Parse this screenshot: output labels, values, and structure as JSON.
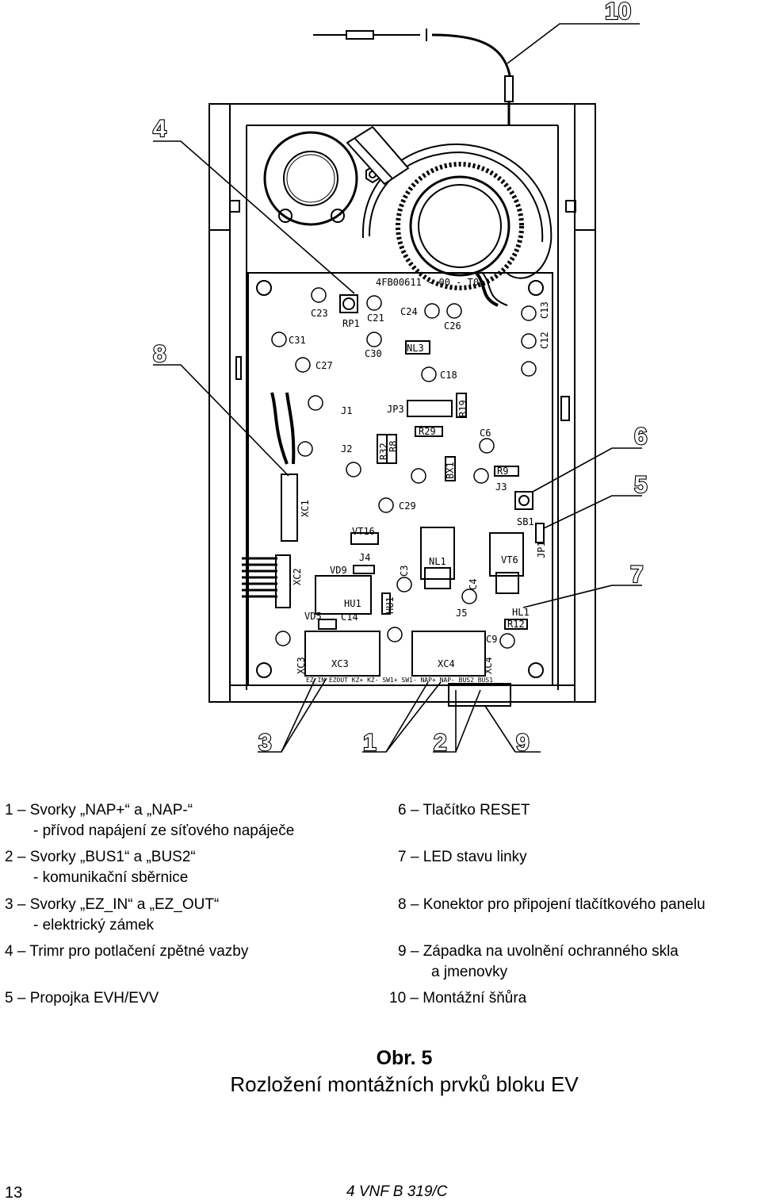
{
  "callouts": {
    "c1": "1",
    "c2": "2",
    "c3": "3",
    "c4": "4",
    "c5": "5",
    "c6": "6",
    "c7": "7",
    "c8": "8",
    "c9": "9",
    "c10": "10"
  },
  "pcb": {
    "board_code": "4FB00611 - 00 - T0",
    "components": {
      "c23": "C23",
      "rp1": "RP1",
      "c21": "C21",
      "c24": "C24",
      "c26": "C26",
      "c13": "C13",
      "c12": "C12",
      "c31": "C31",
      "c30": "C30",
      "nl3": "NL3",
      "c18": "C18",
      "c27": "C27",
      "j1": "J1",
      "jp3": "JP3",
      "r19": "R19",
      "r29": "R29",
      "c6": "C6",
      "j2": "J2",
      "r32": "R32",
      "r8": "R8",
      "bx1": "BX1",
      "r9": "R9",
      "j3": "J3",
      "xc1": "XC1",
      "c29": "C29",
      "sb1": "SB1",
      "vt16": "VT16",
      "jp1": "JP1",
      "j4": "J4",
      "nl1": "NL1",
      "vt6": "VT6",
      "xc2": "XC2",
      "vd9": "VD9",
      "c3": "C3",
      "c4": "C4",
      "hu1": "HU1",
      "hu1v": "HU1",
      "j5": "J5",
      "hl1": "HL1",
      "r12": "R12",
      "vd5": "VD5",
      "c14": "C14",
      "c9": "C9",
      "xc3": "XC3",
      "xc3v": "XC3",
      "xc4": "XC4",
      "xc4v": "XC4"
    },
    "terminals": "EZ_IN  EZOUT  KZ+  KZ-  SW1+  SW1-  NAP+  NAP-  BUS2  BUS1"
  },
  "legend": {
    "i1": "1 – Svorky „NAP+“ a „NAP-“",
    "i1b": "- přívod napájení ze síťového napáječe",
    "i2": "2 – Svorky „BUS1“ a „BUS2“",
    "i2b": "- komunikační sběrnice",
    "i3": "3 – Svorky „EZ_IN“ a „EZ_OUT“",
    "i3b": "- elektrický zámek",
    "i4": "4 – Trimr pro potlačení zpětné vazby",
    "i5": "5 – Propojka EVH/EVV",
    "i6": "6 – Tlačítko RESET",
    "i7": "7 – LED stavu linky",
    "i8": "8 – Konektor pro připojení tlačítkového panelu",
    "i9": "9 – Západka na uvolnění ochranného skla",
    "i9b": "a jmenovky",
    "i10": "10 – Montážní šňůra"
  },
  "caption": {
    "title": "Obr. 5",
    "subtitle": "Rozložení montážních prvků bloku EV"
  },
  "footer": {
    "page": "13",
    "doc": "4 VNF B 319/C"
  }
}
